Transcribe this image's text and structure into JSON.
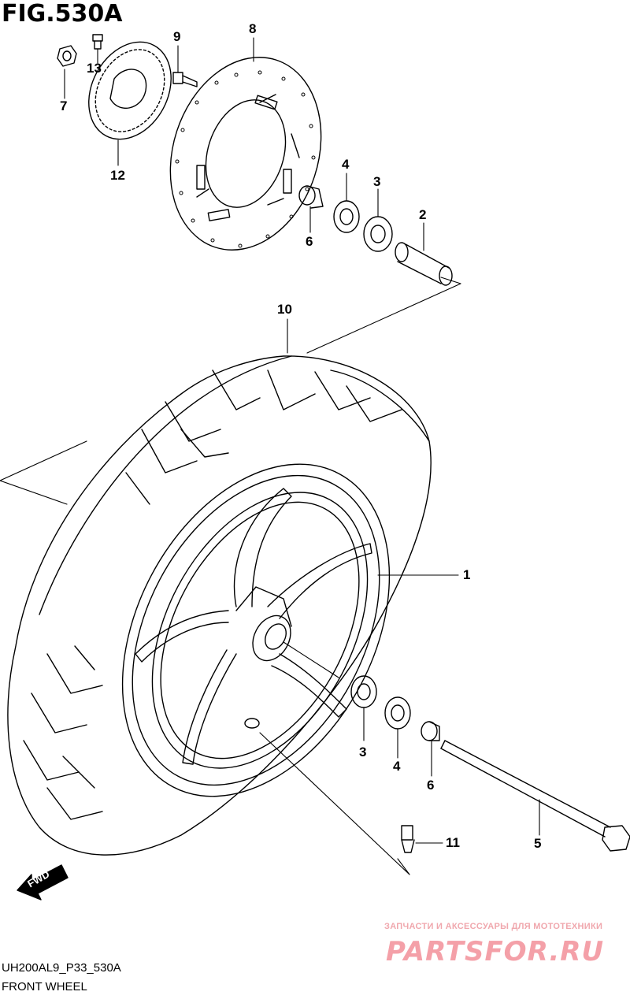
{
  "figure": {
    "title": "FIG.530A",
    "code": "UH200AL9_P33_530A",
    "caption": "FRONT WHEEL"
  },
  "callouts": [
    {
      "id": "c1",
      "label": "1"
    },
    {
      "id": "c2",
      "label": "2"
    },
    {
      "id": "c3a",
      "label": "3"
    },
    {
      "id": "c3b",
      "label": "3"
    },
    {
      "id": "c4a",
      "label": "4"
    },
    {
      "id": "c4b",
      "label": "4"
    },
    {
      "id": "c5",
      "label": "5"
    },
    {
      "id": "c6a",
      "label": "6"
    },
    {
      "id": "c6b",
      "label": "6"
    },
    {
      "id": "c7",
      "label": "7"
    },
    {
      "id": "c8",
      "label": "8"
    },
    {
      "id": "c9",
      "label": "9"
    },
    {
      "id": "c10",
      "label": "10"
    },
    {
      "id": "c11",
      "label": "11"
    },
    {
      "id": "c12",
      "label": "12"
    },
    {
      "id": "c13",
      "label": "13"
    }
  ],
  "direction_marker": {
    "label": "FWD",
    "icon": "fwd-arrow-icon"
  },
  "watermark": {
    "tagline": "ЗАПЧАСТИ И АКСЕССУАРЫ ДЛЯ МОТОТЕХНИКИ",
    "logo": "PARTSFOR.RU",
    "color": "#f4a0a8"
  },
  "colors": {
    "line": "#000000",
    "background": "#ffffff"
  }
}
